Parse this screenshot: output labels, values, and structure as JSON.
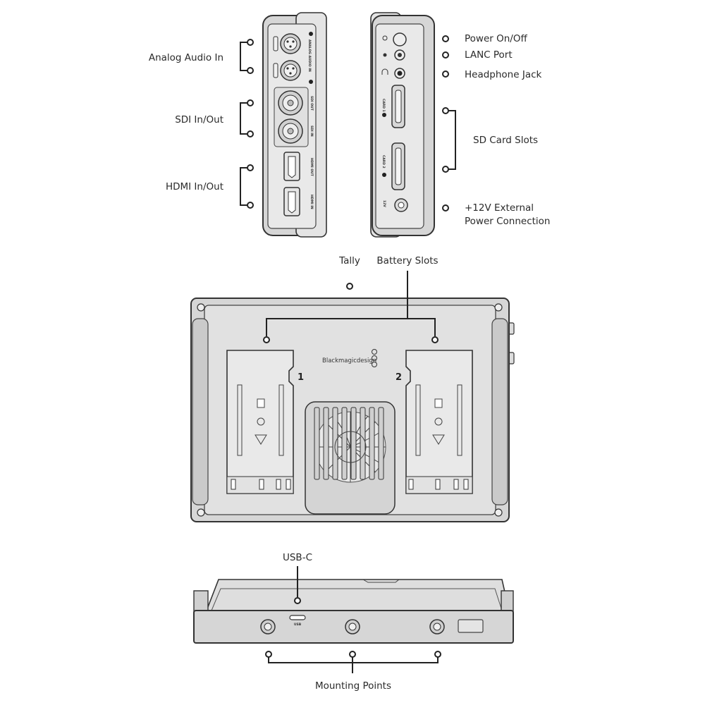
{
  "labels": {
    "analog_audio_in": "Analog Audio In",
    "sdi_in_out": "SDI In/Out",
    "hdmi_in_out": "HDMI In/Out",
    "power_on_off": "Power On/Off",
    "lanc_port": "LANC Port",
    "headphone_jack": "Headphone Jack",
    "sd_card_slots": "SD Card Slots",
    "ext_power_line1": "+12V External",
    "ext_power_line2": "Power Connection",
    "tally": "Tally",
    "battery_slots": "Battery Slots",
    "usb_c": "USB-C",
    "mounting_points": "Mounting Points"
  },
  "device": {
    "brand": "Blackmagicdesign",
    "battery_slot_1": "1",
    "battery_slot_2": "2",
    "port_analog_audio": "ANALOG AUDIO IN",
    "port_sdi_out": "SDI OUT",
    "port_sdi_in": "SDI IN",
    "port_hdmi_out": "HDMI OUT",
    "port_hdmi_in": "HDMI IN",
    "port_card_1": "CARD 1",
    "port_card_2": "CARD 2",
    "port_power": "12V",
    "port_usb": "USB"
  },
  "colors": {
    "body": "#d6d6d6",
    "outline": "#333333",
    "leader": "#222222",
    "text": "#2a2a2a"
  }
}
